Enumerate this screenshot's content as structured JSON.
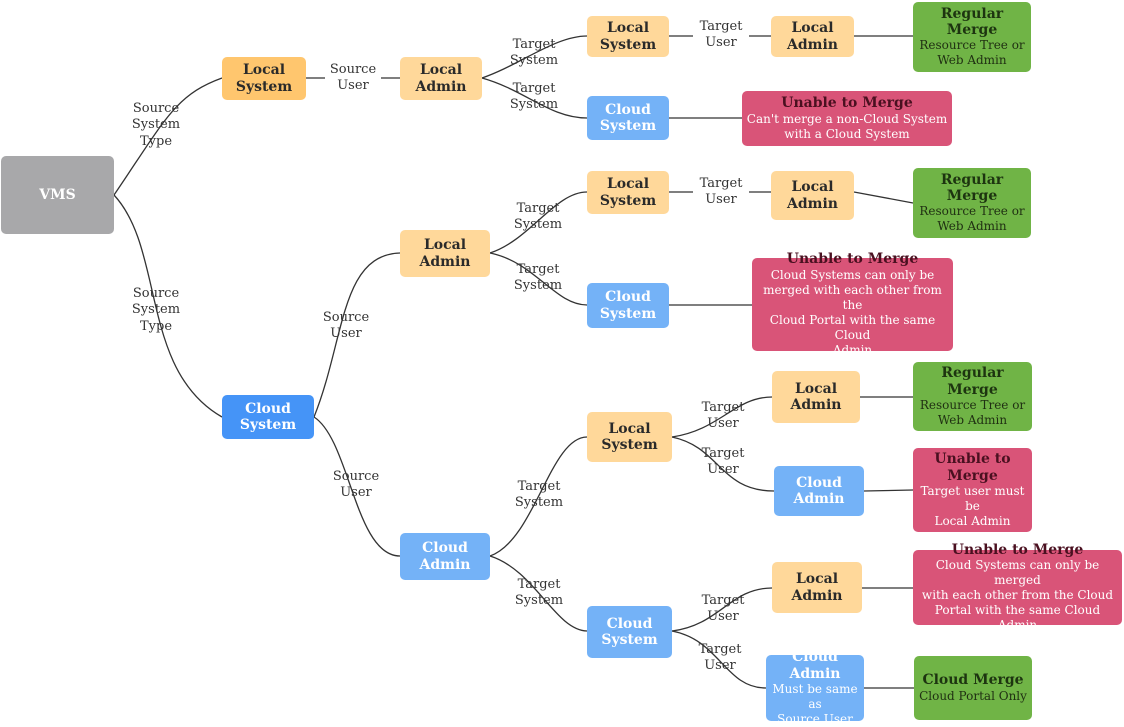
{
  "colors": {
    "root": "#a8a8aa",
    "local": "#ffd89a",
    "local_strong": "#ffc66e",
    "cloud": "#74b2f7",
    "cloud_strong": "#4594f7",
    "regular_merge": "#70b446",
    "unable": "#d95478",
    "connector": "#333333"
  },
  "nodes": {
    "vms": {
      "title": "VMS"
    },
    "src_local_system": {
      "title": "Local\nSystem"
    },
    "src_cloud_system": {
      "title": "Cloud\nSystem"
    },
    "ls_local_admin": {
      "title": "Local\nAdmin"
    },
    "ls_tgt_local_system": {
      "title": "Local\nSystem"
    },
    "ls_tgt_cloud_system": {
      "title": "Cloud\nSystem"
    },
    "ls_tgt_user_local_admin": {
      "title": "Local\nAdmin"
    },
    "result_1": {
      "title": "Regular Merge",
      "detail": "Resource Tree or\nWeb Admin"
    },
    "result_2": {
      "title": "Unable to Merge",
      "detail": "Can't merge a non-Cloud System\nwith a Cloud System"
    },
    "cs_local_admin": {
      "title": "Local\nAdmin"
    },
    "cs_la_tgt_local_system": {
      "title": "Local\nSystem"
    },
    "cs_la_tgt_cloud_system": {
      "title": "Cloud\nSystem"
    },
    "cs_la_tgt_user_local_admin": {
      "title": "Local\nAdmin"
    },
    "result_3": {
      "title": "Regular Merge",
      "detail": "Resource Tree or\nWeb Admin"
    },
    "result_4": {
      "title": "Unable to Merge",
      "detail": "Cloud Systems can only be\nmerged with each other from the\nCloud Portal with the same Cloud\nAdmin"
    },
    "cs_cloud_admin": {
      "title": "Cloud\nAdmin"
    },
    "cs_ca_tgt_local_system": {
      "title": "Local\nSystem"
    },
    "cs_ca_tgt_cloud_system": {
      "title": "Cloud\nSystem"
    },
    "cs_ca_ls_local_admin": {
      "title": "Local\nAdmin"
    },
    "cs_ca_ls_cloud_admin": {
      "title": "Cloud\nAdmin"
    },
    "cs_ca_cs_local_admin": {
      "title": "Local\nAdmin"
    },
    "cs_ca_cs_cloud_admin": {
      "title": "Cloud\nAdmin",
      "detail": "Must be same as\nSource User"
    },
    "result_5": {
      "title": "Regular Merge",
      "detail": "Resource Tree or\nWeb Admin"
    },
    "result_6": {
      "title": "Unable to\nMerge",
      "detail": "Target user must be\nLocal Admin"
    },
    "result_7": {
      "title": "Unable to Merge",
      "detail": "Cloud Systems can only be merged\nwith each other from the Cloud\nPortal with the same Cloud Admin"
    },
    "result_8": {
      "title": "Cloud Merge",
      "detail": "Cloud Portal Only"
    }
  },
  "edge_labels": {
    "source_system_type_1": "Source\nSystem\nType",
    "source_system_type_2": "Source\nSystem\nType",
    "source_user_1": "Source\nUser",
    "source_user_2": "Source\nUser",
    "source_user_3": "Source\nUser",
    "target_system_1": "Target\nSystem",
    "target_system_2": "Target\nSystem",
    "target_system_3": "Target\nSystem",
    "target_system_4": "Target\nSystem",
    "target_system_5": "Target\nSystem",
    "target_system_6": "Target\nSystem",
    "target_user_1": "Target\nUser",
    "target_user_2": "Target\nUser",
    "target_user_3": "Target\nUser",
    "target_user_4": "Target\nUser",
    "target_user_5": "Target\nUser",
    "target_user_6": "Target\nUser"
  }
}
